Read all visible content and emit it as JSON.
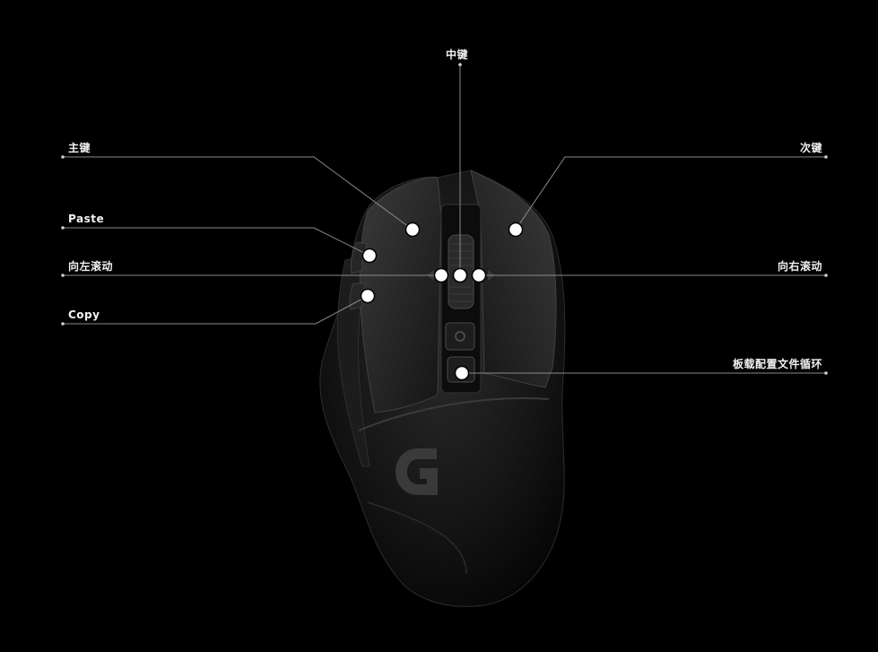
{
  "callouts": {
    "middle": "中键",
    "primary": "主键",
    "secondary": "次键",
    "paste": "Paste",
    "scroll_left": "向左滚动",
    "scroll_right": "向右滚动",
    "copy": "Copy",
    "profile_cycle": "板载配置文件循环"
  },
  "colors": {
    "background": "#000000",
    "leader_line": "#8a8a8a",
    "marker": "#ffffff",
    "label": "#f2f2f2"
  },
  "logo": {
    "name": "g-logo-icon"
  }
}
